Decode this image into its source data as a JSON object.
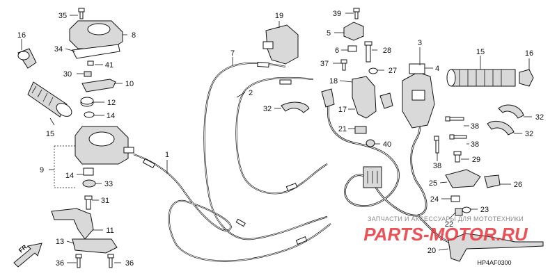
{
  "callouts": [
    {
      "id": "35",
      "label": "35"
    },
    {
      "id": "8",
      "label": "8"
    },
    {
      "id": "16a",
      "label": "16"
    },
    {
      "id": "34",
      "label": "34"
    },
    {
      "id": "41",
      "label": "41"
    },
    {
      "id": "30",
      "label": "30"
    },
    {
      "id": "10",
      "label": "10"
    },
    {
      "id": "12",
      "label": "12"
    },
    {
      "id": "14a",
      "label": "14"
    },
    {
      "id": "15a",
      "label": "15"
    },
    {
      "id": "9",
      "label": "9"
    },
    {
      "id": "14b",
      "label": "14"
    },
    {
      "id": "33",
      "label": "33"
    },
    {
      "id": "31",
      "label": "31"
    },
    {
      "id": "11",
      "label": "11"
    },
    {
      "id": "13",
      "label": "13"
    },
    {
      "id": "36a",
      "label": "36"
    },
    {
      "id": "36b",
      "label": "36"
    },
    {
      "id": "1",
      "label": "1"
    },
    {
      "id": "7",
      "label": "7"
    },
    {
      "id": "2",
      "label": "2"
    },
    {
      "id": "19",
      "label": "19"
    },
    {
      "id": "32a",
      "label": "32"
    },
    {
      "id": "39",
      "label": "39"
    },
    {
      "id": "5",
      "label": "5"
    },
    {
      "id": "6",
      "label": "6"
    },
    {
      "id": "28",
      "label": "28"
    },
    {
      "id": "37",
      "label": "37"
    },
    {
      "id": "27",
      "label": "27"
    },
    {
      "id": "18",
      "label": "18"
    },
    {
      "id": "17",
      "label": "17"
    },
    {
      "id": "21",
      "label": "21"
    },
    {
      "id": "40",
      "label": "40"
    },
    {
      "id": "3",
      "label": "3"
    },
    {
      "id": "4",
      "label": "4"
    },
    {
      "id": "15b",
      "label": "15"
    },
    {
      "id": "16b",
      "label": "16"
    },
    {
      "id": "32b",
      "label": "32"
    },
    {
      "id": "32c",
      "label": "32"
    },
    {
      "id": "38a",
      "label": "38"
    },
    {
      "id": "38b",
      "label": "38"
    },
    {
      "id": "38c",
      "label": "38"
    },
    {
      "id": "29",
      "label": "29"
    },
    {
      "id": "25",
      "label": "25"
    },
    {
      "id": "26",
      "label": "26"
    },
    {
      "id": "24",
      "label": "24"
    },
    {
      "id": "23",
      "label": "23"
    },
    {
      "id": "22",
      "label": "22"
    },
    {
      "id": "20",
      "label": "20"
    }
  ],
  "diagram_code": "HP4AF0300",
  "direction_label": "FR.",
  "watermark": {
    "tagline": "ЗАПЧАСТИ И АКСЕССУАРЫ ДЛЯ МОТОТЕХНИКИ",
    "brand": "PARTS-MOTOR.RU"
  },
  "colors": {
    "line": "#111111",
    "watermark": "#e8353b"
  }
}
